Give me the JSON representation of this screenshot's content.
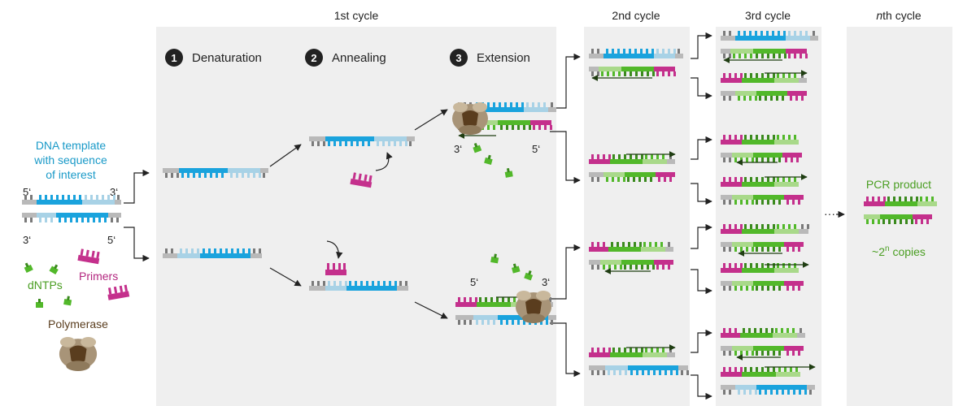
{
  "headers": {
    "cycle1": "1st cycle",
    "cycle2": "2nd cycle",
    "cycle3": "3rd cycle",
    "cycleN_italic": "n",
    "cycleN_rest": "th cycle"
  },
  "steps": [
    {
      "num": "1",
      "label": "Denaturation"
    },
    {
      "num": "2",
      "label": "Annealing"
    },
    {
      "num": "3",
      "label": "Extension"
    }
  ],
  "legend": {
    "template_line1": "DNA template",
    "template_line2": "with sequence",
    "template_line3": "of interest",
    "dntps": "dNTPs",
    "primers": "Primers",
    "polymerase": "Polymerase"
  },
  "ends": {
    "five": "5‘",
    "three": "3‘"
  },
  "product": {
    "label": "PCR product",
    "copies_prefix": "~2",
    "copies_exp": "n",
    "copies_suffix": " copies",
    "ellipsis": "···"
  },
  "colors": {
    "gray": "#b9b9b9",
    "gray_dark": "#7a7a7a",
    "blue": "#1aa3dd",
    "blue_light": "#a8d2e6",
    "green": "#52b82a",
    "green_light": "#a9d98a",
    "green_dark": "#3b8a1e",
    "magenta": "#c4308c",
    "brown": "#5a3d1e",
    "tan": "#a89478",
    "panel": "#efefef",
    "text_blue": "#1a9ac8",
    "text_green": "#4a9e22",
    "text_magenta": "#b3267f",
    "text_brown": "#5a3d1e"
  }
}
